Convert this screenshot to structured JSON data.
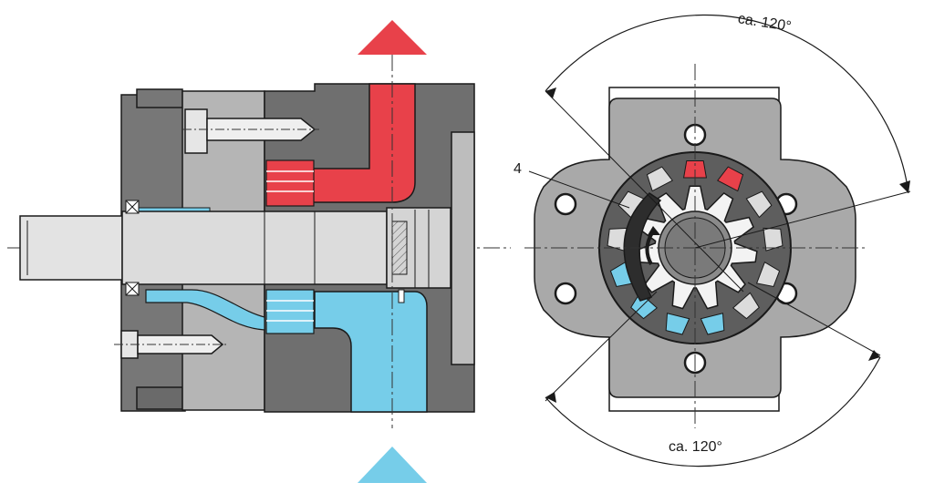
{
  "labels": {
    "upper_angle": "ca. 120°",
    "lower_angle": "ca. 120°",
    "callout_number": "4"
  },
  "colors": {
    "pressure": "#e8414a",
    "pressure_light": "#f4a38f",
    "suction": "#76cde9",
    "housing_dark": "#6c6c6c",
    "housing_mid": "#999999",
    "housing_light": "#c9c9c9",
    "shaft": "#dcdcdc",
    "outline": "#1a1a1a"
  },
  "icons": {
    "outlet_marker": "triangle-up",
    "inlet_marker": "triangle-up"
  }
}
